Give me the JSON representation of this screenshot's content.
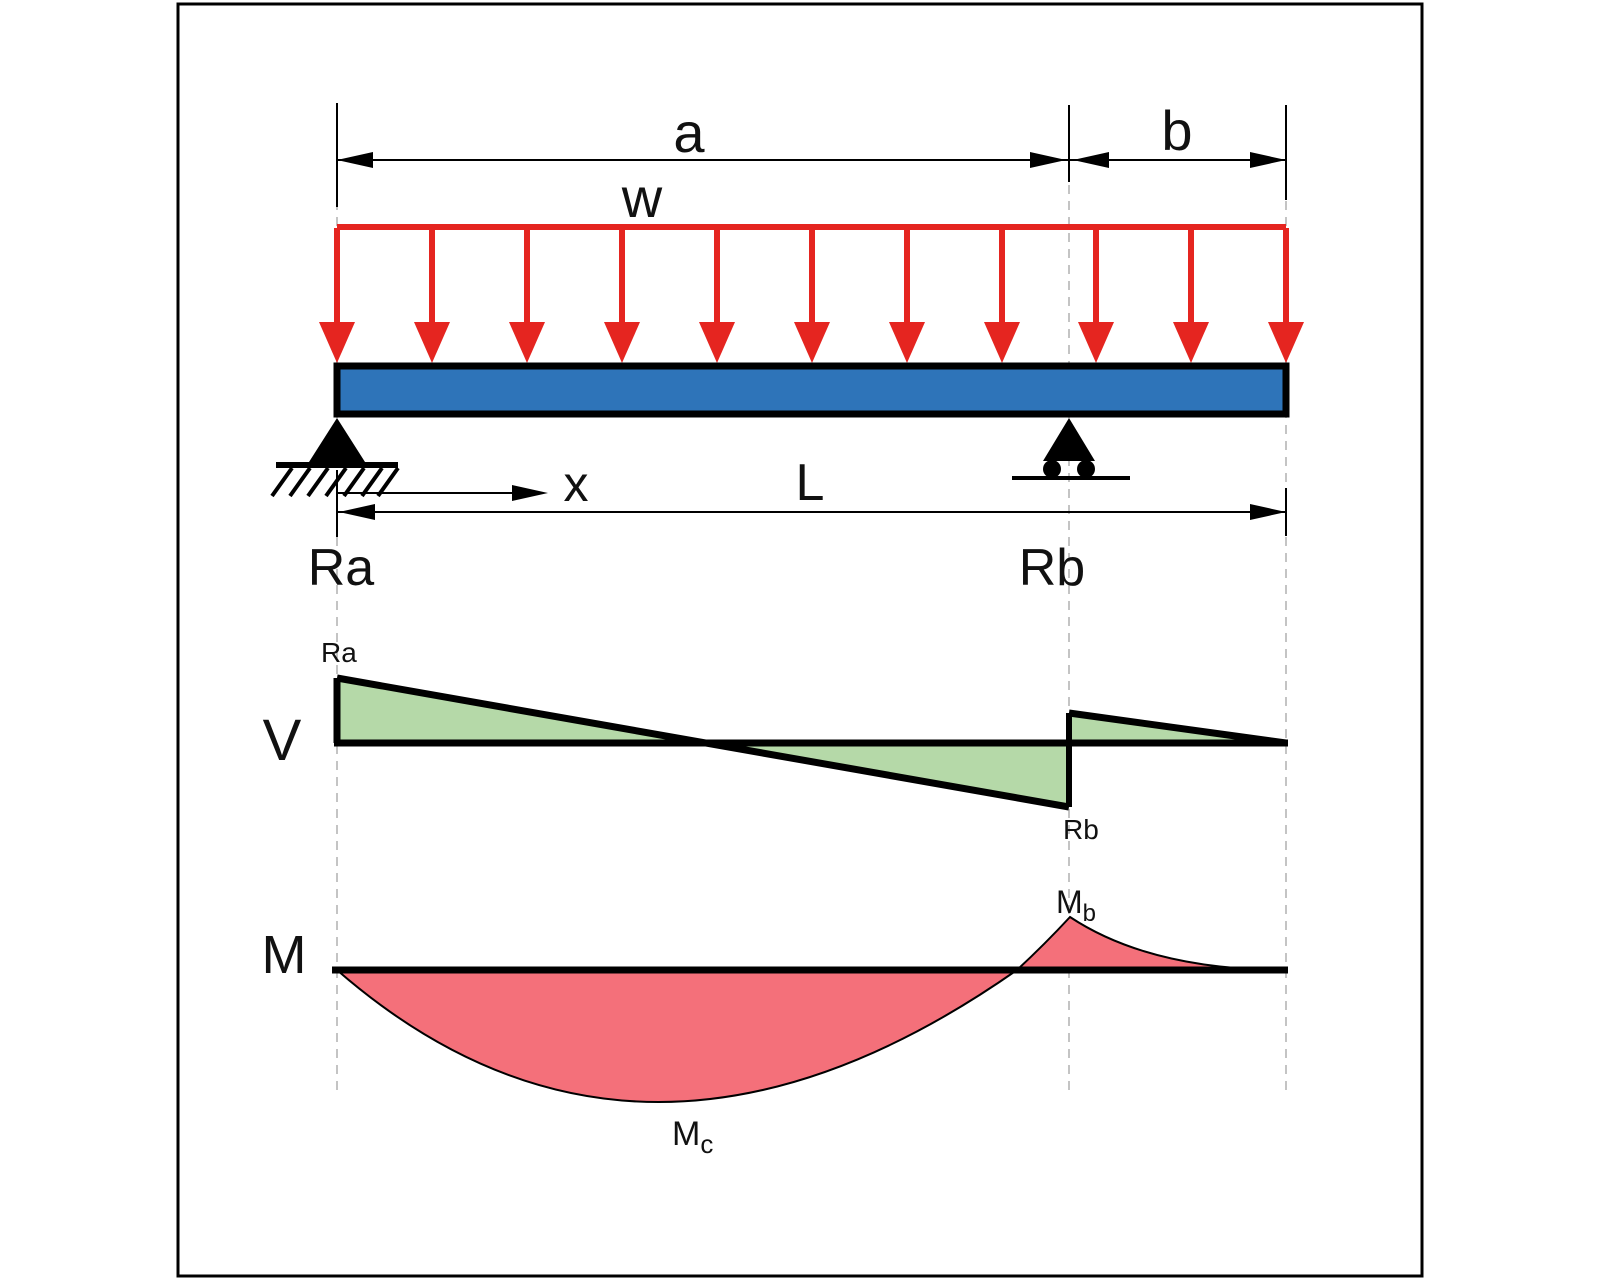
{
  "labels": {
    "distributed_load": "w",
    "span_a": "a",
    "overhang_b": "b",
    "position_x": "x",
    "total_length": "L",
    "reaction_left": "Ra",
    "reaction_right": "Rb"
  },
  "shear_diagram": {
    "axis": "V",
    "left_peak": "Ra",
    "right_trough": "Rb"
  },
  "moment_diagram": {
    "axis": "M",
    "support_peak_base": "M",
    "support_peak_sub": "b",
    "midspan_max_base": "M",
    "midspan_max_sub": "c"
  },
  "colors": {
    "beam_fill": "#2E74B9",
    "load_red": "#E52520",
    "shear_fill": "#B5D9A8",
    "moment_fill": "#F4707A",
    "outline": "#000000",
    "guide_gray": "#C4C4C4"
  }
}
